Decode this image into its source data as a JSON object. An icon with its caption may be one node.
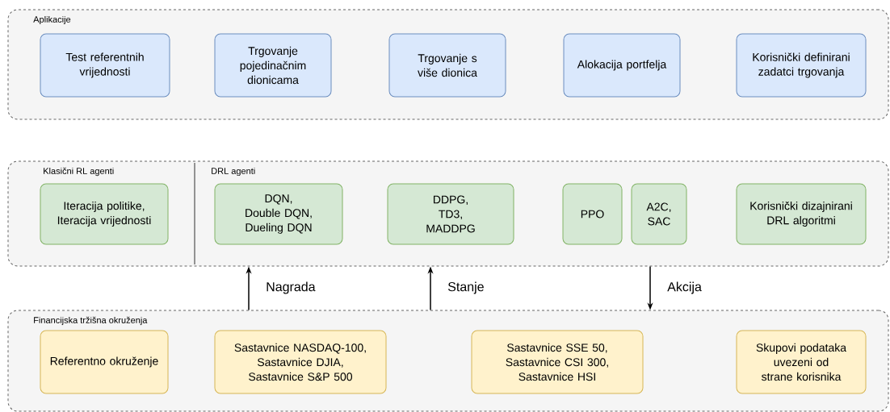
{
  "diagram": {
    "nodes": [
      {
        "text": [
          "Aplikacije"
        ]
      },
      {
        "text": [
          "Test referentnih vrijednosti"
        ],
        "in": 0
      },
      {
        "text": [
          "Trgovanje pojedinačnim dionicama"
        ],
        "in": 0
      },
      {
        "text": [
          "Trgovanje s više dionica"
        ],
        "in": 0
      },
      {
        "text": [
          "Alokacija portfelja"
        ],
        "in": 0
      },
      {
        "text": [
          "Korisnički definirani zadatci trgovanja"
        ],
        "in": 0
      },
      {
        "text": [
          "Klasični RL agenti",
          "DRL agenti"
        ]
      },
      {
        "text": [
          "Iteracija politike, Iteracija vrijednosti"
        ],
        "in": 6
      },
      {
        "text": [
          "DQN, Double DQN, Dueling DQN"
        ],
        "in": 6
      },
      {
        "text": [
          "DDPG, TD3, MADDPG"
        ],
        "in": 6
      },
      {
        "text": [
          "PPO"
        ],
        "in": 6
      },
      {
        "text": [
          "A2C, SAC"
        ],
        "in": 6
      },
      {
        "text": [
          "Korisnički dizajnirani DRL algoritmi"
        ],
        "in": 6
      },
      {
        "text": [
          "Financijska tržišna okruženja"
        ]
      },
      {
        "text": [
          "Referentno okruženje"
        ],
        "in": 13
      },
      {
        "text": [
          "Sastavnice NASDAQ-100, Sastavnice DJIA, Sastavnice S&P 500"
        ],
        "in": 13
      },
      {
        "text": [
          "Sastavnice SSE 50, Sastavnice CSI 300, Sastavnice HSI"
        ],
        "in": 13
      },
      {
        "text": [
          "Skupovi podataka uvezeni od strane korisnika"
        ],
        "in": 13
      }
    ],
    "edges": [
      {
        "from": 13,
        "to": 6,
        "arrow": "to",
        "label": "Nagrada"
      },
      {
        "from": 13,
        "to": 6,
        "arrow": "to",
        "label": "Stanje"
      },
      {
        "from": 6,
        "to": 13,
        "arrow": "to",
        "label": "Akcija"
      }
    ]
  }
}
